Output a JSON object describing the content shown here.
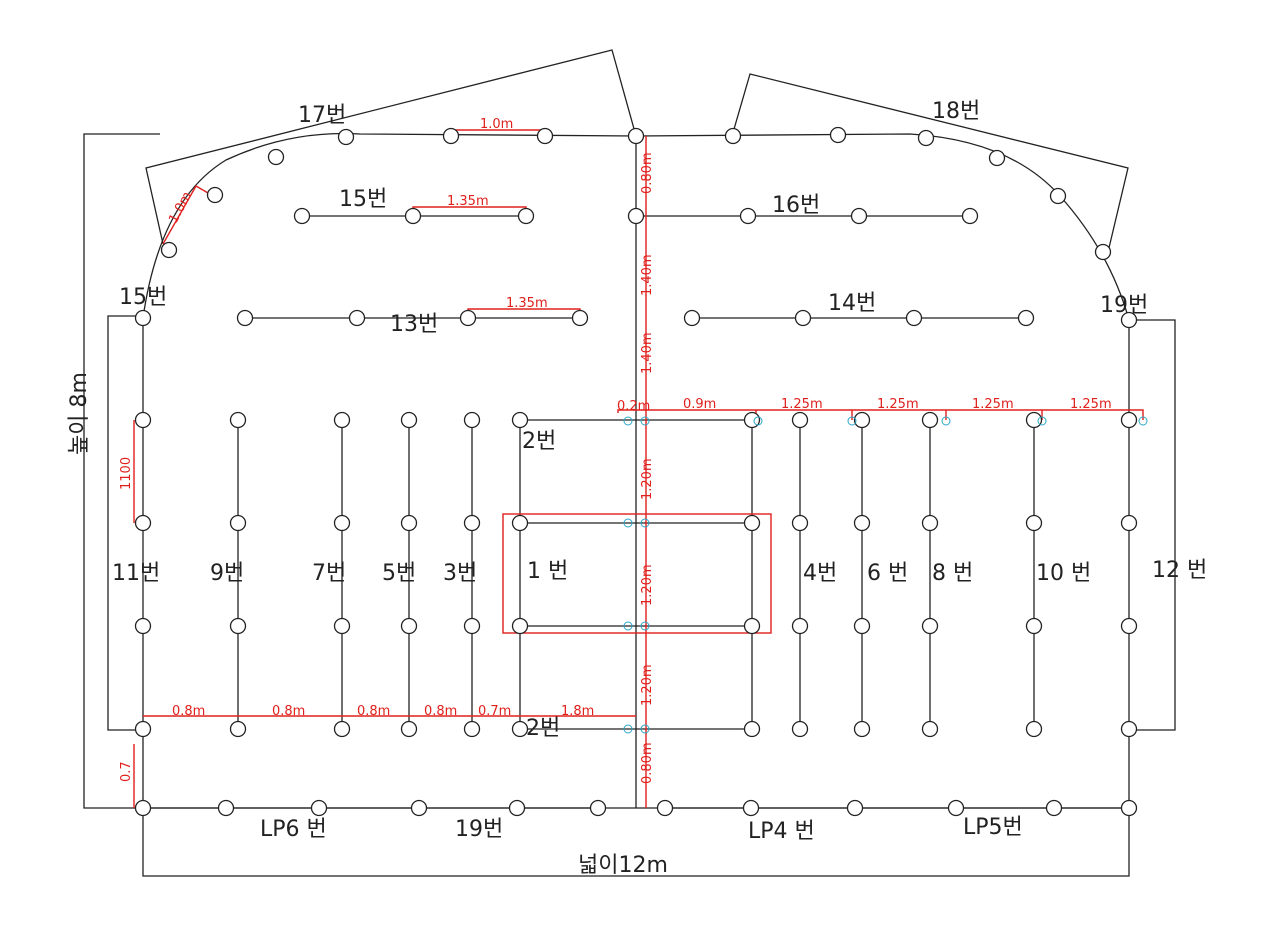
{
  "labels": {
    "n17": "17번",
    "n18": "18번",
    "n15a": "15번",
    "n16": "16번",
    "n15b": "15번",
    "n13": "13번",
    "n14": "14번",
    "n19a": "19번",
    "n2a": "2번",
    "n2b": "2번",
    "n11": "11번",
    "n9": "9번",
    "n7": "7번",
    "n5": "5번",
    "n3": "3번",
    "n1": "1 번",
    "n4": "4번",
    "n6": "6 번",
    "n8": "8 번",
    "n10": "10 번",
    "n12": "12 번",
    "lp6": "LP6 번",
    "n19b": "19번",
    "lp4": "LP4 번",
    "lp5": "LP5번"
  },
  "dimensions": {
    "height": "높이 8m",
    "width": "넓이12m",
    "h_top_17": "1.0m",
    "h_15": "1.35m",
    "h_13": "1.35m",
    "arc_10": "1.0m",
    "v_top": "0.80m",
    "v_a": "1.40m",
    "v_b": "1.40m",
    "v_c": "1.20m",
    "v_d": "1.20m",
    "v_e": "1.20m",
    "v_bottom": "0.80m",
    "r_02": "0.2m",
    "r_09": "0.9m",
    "r_125a": "1.25m",
    "r_125b": "1.25m",
    "r_125c": "1.25m",
    "r_125d": "1.25m",
    "l_08a": "0.8m",
    "l_08b": "0.8m",
    "l_08c": "0.8m",
    "l_08d": "0.8m",
    "l_07": "0.7m",
    "l_18": "1.8m",
    "left_1100": "1100",
    "left_07": "0.7"
  },
  "colors": {
    "line": "#222222",
    "dimension": "#e0201c",
    "marker": "#2aa6c8"
  }
}
